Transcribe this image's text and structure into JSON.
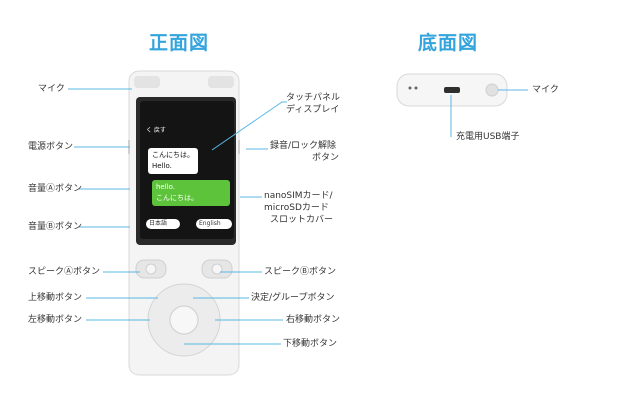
{
  "front": {
    "title": "正面図",
    "labels": {
      "mic": "マイク",
      "power": "電源ボタン",
      "vol_a": "音量Ⓐボタン",
      "vol_b": "音量Ⓑボタン",
      "speak_a": "スピークⒶボタン",
      "up": "上移動ボタン",
      "left": "左移動ボタン",
      "touch_panel": "タッチパネル",
      "display": "ディスプレイ",
      "record": "録音/ロック解除",
      "record2": "ボタン",
      "sim1": "nanoSIMカード/",
      "sim2": "microSDカード",
      "sim3": "スロットカバー",
      "speak_b": "スピークⒷボタン",
      "enter": "決定/グループボタン",
      "right": "右移動ボタン",
      "down": "下移動ボタン"
    },
    "screen": {
      "back": "く 戻す",
      "jp1": "こんにちは。",
      "en1": "Hello.",
      "en2": "hello.",
      "jp2": "こんにちは。",
      "lang1": "日本語",
      "lang2": "English"
    }
  },
  "bottom": {
    "title": "底面図",
    "labels": {
      "mic": "マイク",
      "usb": "充電用USB端子"
    }
  },
  "colors": {
    "title": "#33a4dc",
    "leader": "#58b7e5",
    "chat_green": "#5cc33a"
  }
}
